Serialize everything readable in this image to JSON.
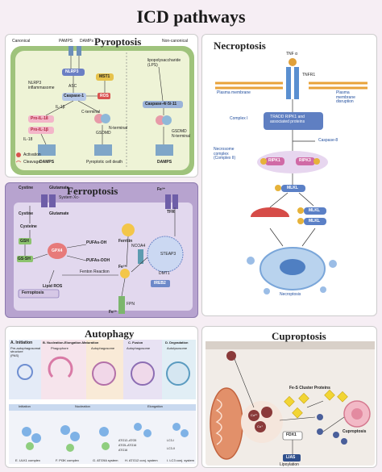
{
  "page": {
    "title": "ICD pathways"
  },
  "pyroptosis": {
    "title": "Pyroptosis",
    "canonical": "Canonical",
    "non_canonical": "Non-canonical",
    "pamps": "PAMPS",
    "damps": "DAMPs",
    "nlrp3": "NLRP3",
    "mst1": "MST1",
    "nlrp3_inflammasome": "NLRP3\ninflammasome",
    "asc": "ASC",
    "caspase1": "Caspase-1",
    "ros": "ROS",
    "lps": "lipopolysaccharide\n(LPS)",
    "caspase4511": "Caspase-4/-5/-11",
    "il1b_label": "IL-1β",
    "pro_il18": "Pro-IL-18",
    "pro_il1b": "Pro-IL-1β",
    "c_terminal": "C-terminal",
    "n_terminal": "N-terminal",
    "gsdmd": "GSDMD",
    "gsdmd_nterminal": "GSDMD\nN-terminal",
    "il18_label": "IL-18",
    "damps_out": "DAMPS",
    "cell_death": "Pyroptotic cell death",
    "legend_activation": "Activation",
    "legend_cleavage": "Cleavage"
  },
  "necroptosis": {
    "title": "Necroptosis",
    "tnf": "TNF α",
    "tnfr1": "TNFR1",
    "plasma_membrane": "Plasma membrane",
    "membrane_disruption": "Plasma\nmembrane\ndisruption",
    "complex1": "Complex I",
    "tradd_box": "TRADD RIPK1 and\nassociated proteins",
    "caspase8": "Caspase-8",
    "necrosome": "Necrosome\ncomplex\n(Complex II)",
    "ripk1": "RIPK1",
    "ripk3": "RIPK3",
    "mlkl": "MLKL",
    "p": "P",
    "necroptosis_label": "Necroptosis"
  },
  "ferroptosis": {
    "title": "Ferroptosis",
    "cystine": "Cystine",
    "glutamate": "Glutamate",
    "system_xc": "System Xc-",
    "cysteine": "Cysteine",
    "gsh": "GSH",
    "gssh": "GS-SH",
    "gpx4": "GPX4",
    "pufas_oh": "PUFAs-OH",
    "pufas_ooh": "PUFAs-OOH",
    "lipid_ros": "Lipid ROS",
    "fenton": "Fenton Reaction",
    "ferroptosis_label": "Ferroptosis",
    "fe3": "Fe³⁺",
    "tfr": "TFR",
    "ferritin": "Ferritin",
    "ncoa4": "NCOA4",
    "steap3": "STEAP3",
    "fe2": "Fe²⁺",
    "dmt1": "DMT1",
    "ireb2": "IREB2",
    "fe2_out": "Fe²⁺",
    "fpn": "FPN"
  },
  "autophagy": {
    "title": "Autophagy",
    "stages": [
      {
        "label": "A. Initiation",
        "sub": "Pre-autophagosomal\nstructure\n(PAS)"
      },
      {
        "label": "B. Nucleation-Elongation-Maturation",
        "sub": "Phagophore"
      },
      {
        "label": "",
        "sub": "Autophagosome"
      },
      {
        "label": "C. Fusion",
        "sub": "Autophagosome"
      },
      {
        "label": "D. Degradation",
        "sub": "Autolysosome"
      }
    ],
    "stage_bar": [
      "Initiation",
      "Nucleation",
      "Elongation"
    ],
    "complexes": [
      "E. ULK1 complex",
      "F. PI3K complex",
      "G. ATG9A system",
      "H. ATG12 conj. system",
      "I. LC3 conj. system"
    ],
    "atg_labels": [
      "ATG12–ATG5",
      "ATG5–ATG16",
      "ATG16",
      "LC3-I",
      "LC3-II"
    ]
  },
  "cuproptosis": {
    "title": "Cuproptosis",
    "fes": "Fe-S Cluster Proteins",
    "fdx1": "FDX1",
    "lias": "LIAS",
    "lipoylation": "Lipoylation",
    "cuproptosis_label": "Cuproptosis",
    "cu2": "Cu²⁺",
    "cu": "Cu⁺"
  }
}
